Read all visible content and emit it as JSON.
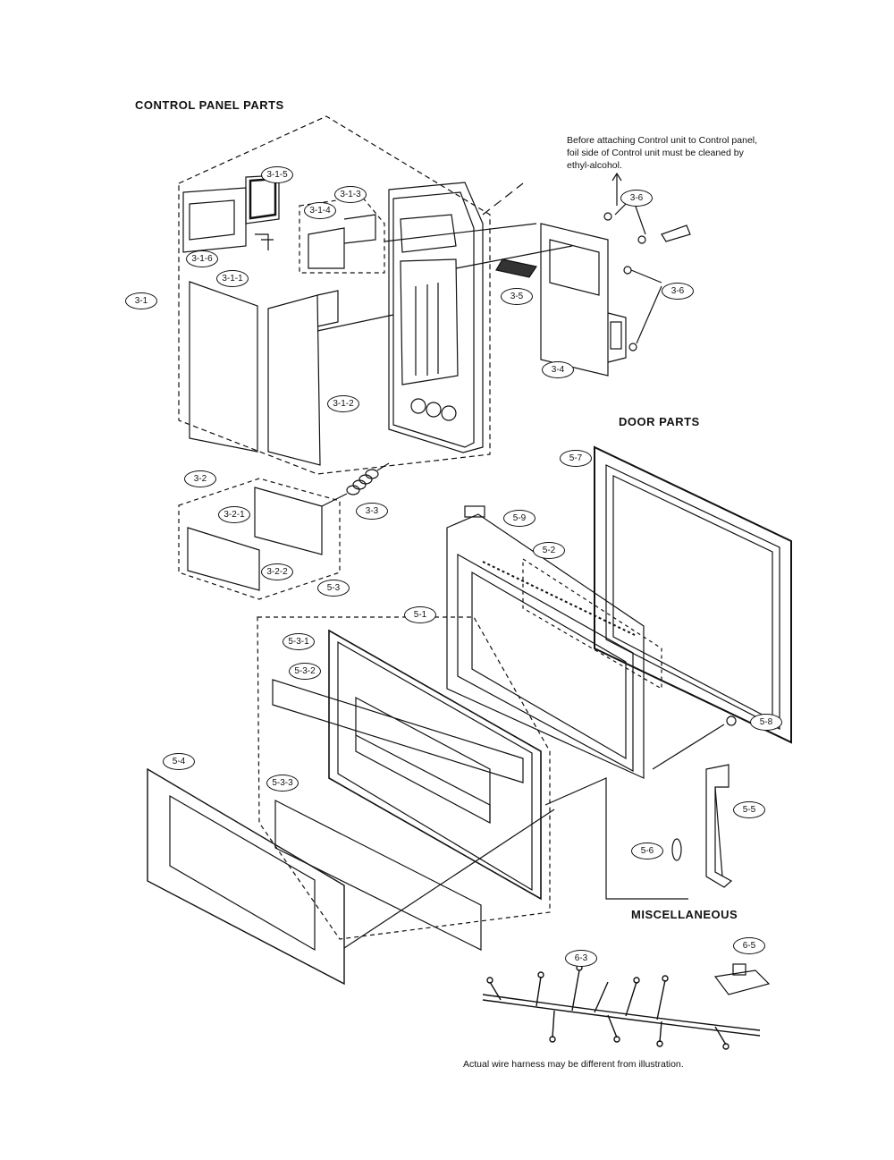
{
  "sections": {
    "control_panel": "CONTROL PANEL PARTS",
    "door": "DOOR PARTS",
    "misc": "MISCELLANEOUS"
  },
  "notes": {
    "control_unit": "Before attaching Control unit to Control panel, foil side of Control unit must be cleaned by ethyl-alcohol.",
    "harness": "Actual wire harness may be different from illustration."
  },
  "callouts": {
    "c315": "3-1-5",
    "c313": "3-1-3",
    "c314": "3-1-4",
    "c316": "3-1-6",
    "c311": "3-1-1",
    "c31": "3-1",
    "c312": "3-1-2",
    "c36a": "3-6",
    "c36b": "3-6",
    "c35": "3-5",
    "c34": "3-4",
    "c32": "3-2",
    "c321": "3-2-1",
    "c322": "3-2-2",
    "c33": "3-3",
    "c57": "5-7",
    "c59": "5-9",
    "c52": "5-2",
    "c51": "5-1",
    "c53": "5-3",
    "c531": "5-3-1",
    "c532": "5-3-2",
    "c533": "5-3-3",
    "c54": "5-4",
    "c58": "5-8",
    "c55": "5-5",
    "c56": "5-6",
    "c63": "6-3",
    "c65": "6-5"
  }
}
